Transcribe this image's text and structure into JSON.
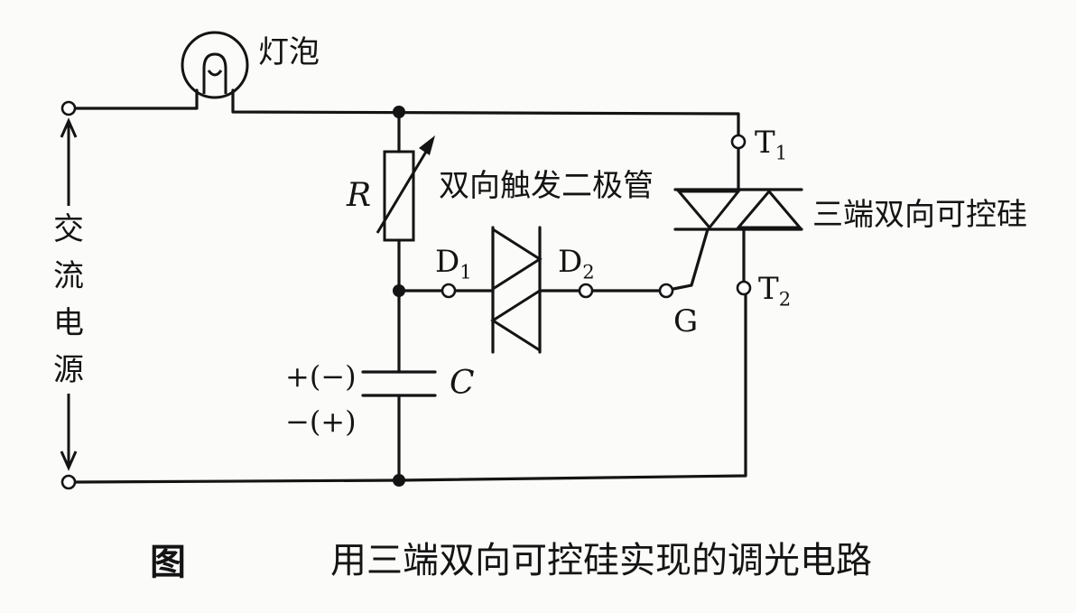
{
  "labels": {
    "lamp": "灯泡",
    "diac": "双向触发二极管",
    "triac": "三端双向可控硅",
    "resistor": "R",
    "capacitor": "C",
    "cap_top_polarity": "+(−)",
    "cap_bottom_polarity": "−(+)",
    "d1": {
      "main": "D",
      "sub": "1"
    },
    "d2": {
      "main": "D",
      "sub": "2"
    },
    "t1": {
      "main": "T",
      "sub": "1"
    },
    "t2": {
      "main": "T",
      "sub": "2"
    },
    "gate": "G",
    "ac_source": [
      "交",
      "流",
      "电",
      "源"
    ]
  },
  "caption": {
    "prefix": "图",
    "text": "用三端双向可控硅实现的调光电路"
  }
}
